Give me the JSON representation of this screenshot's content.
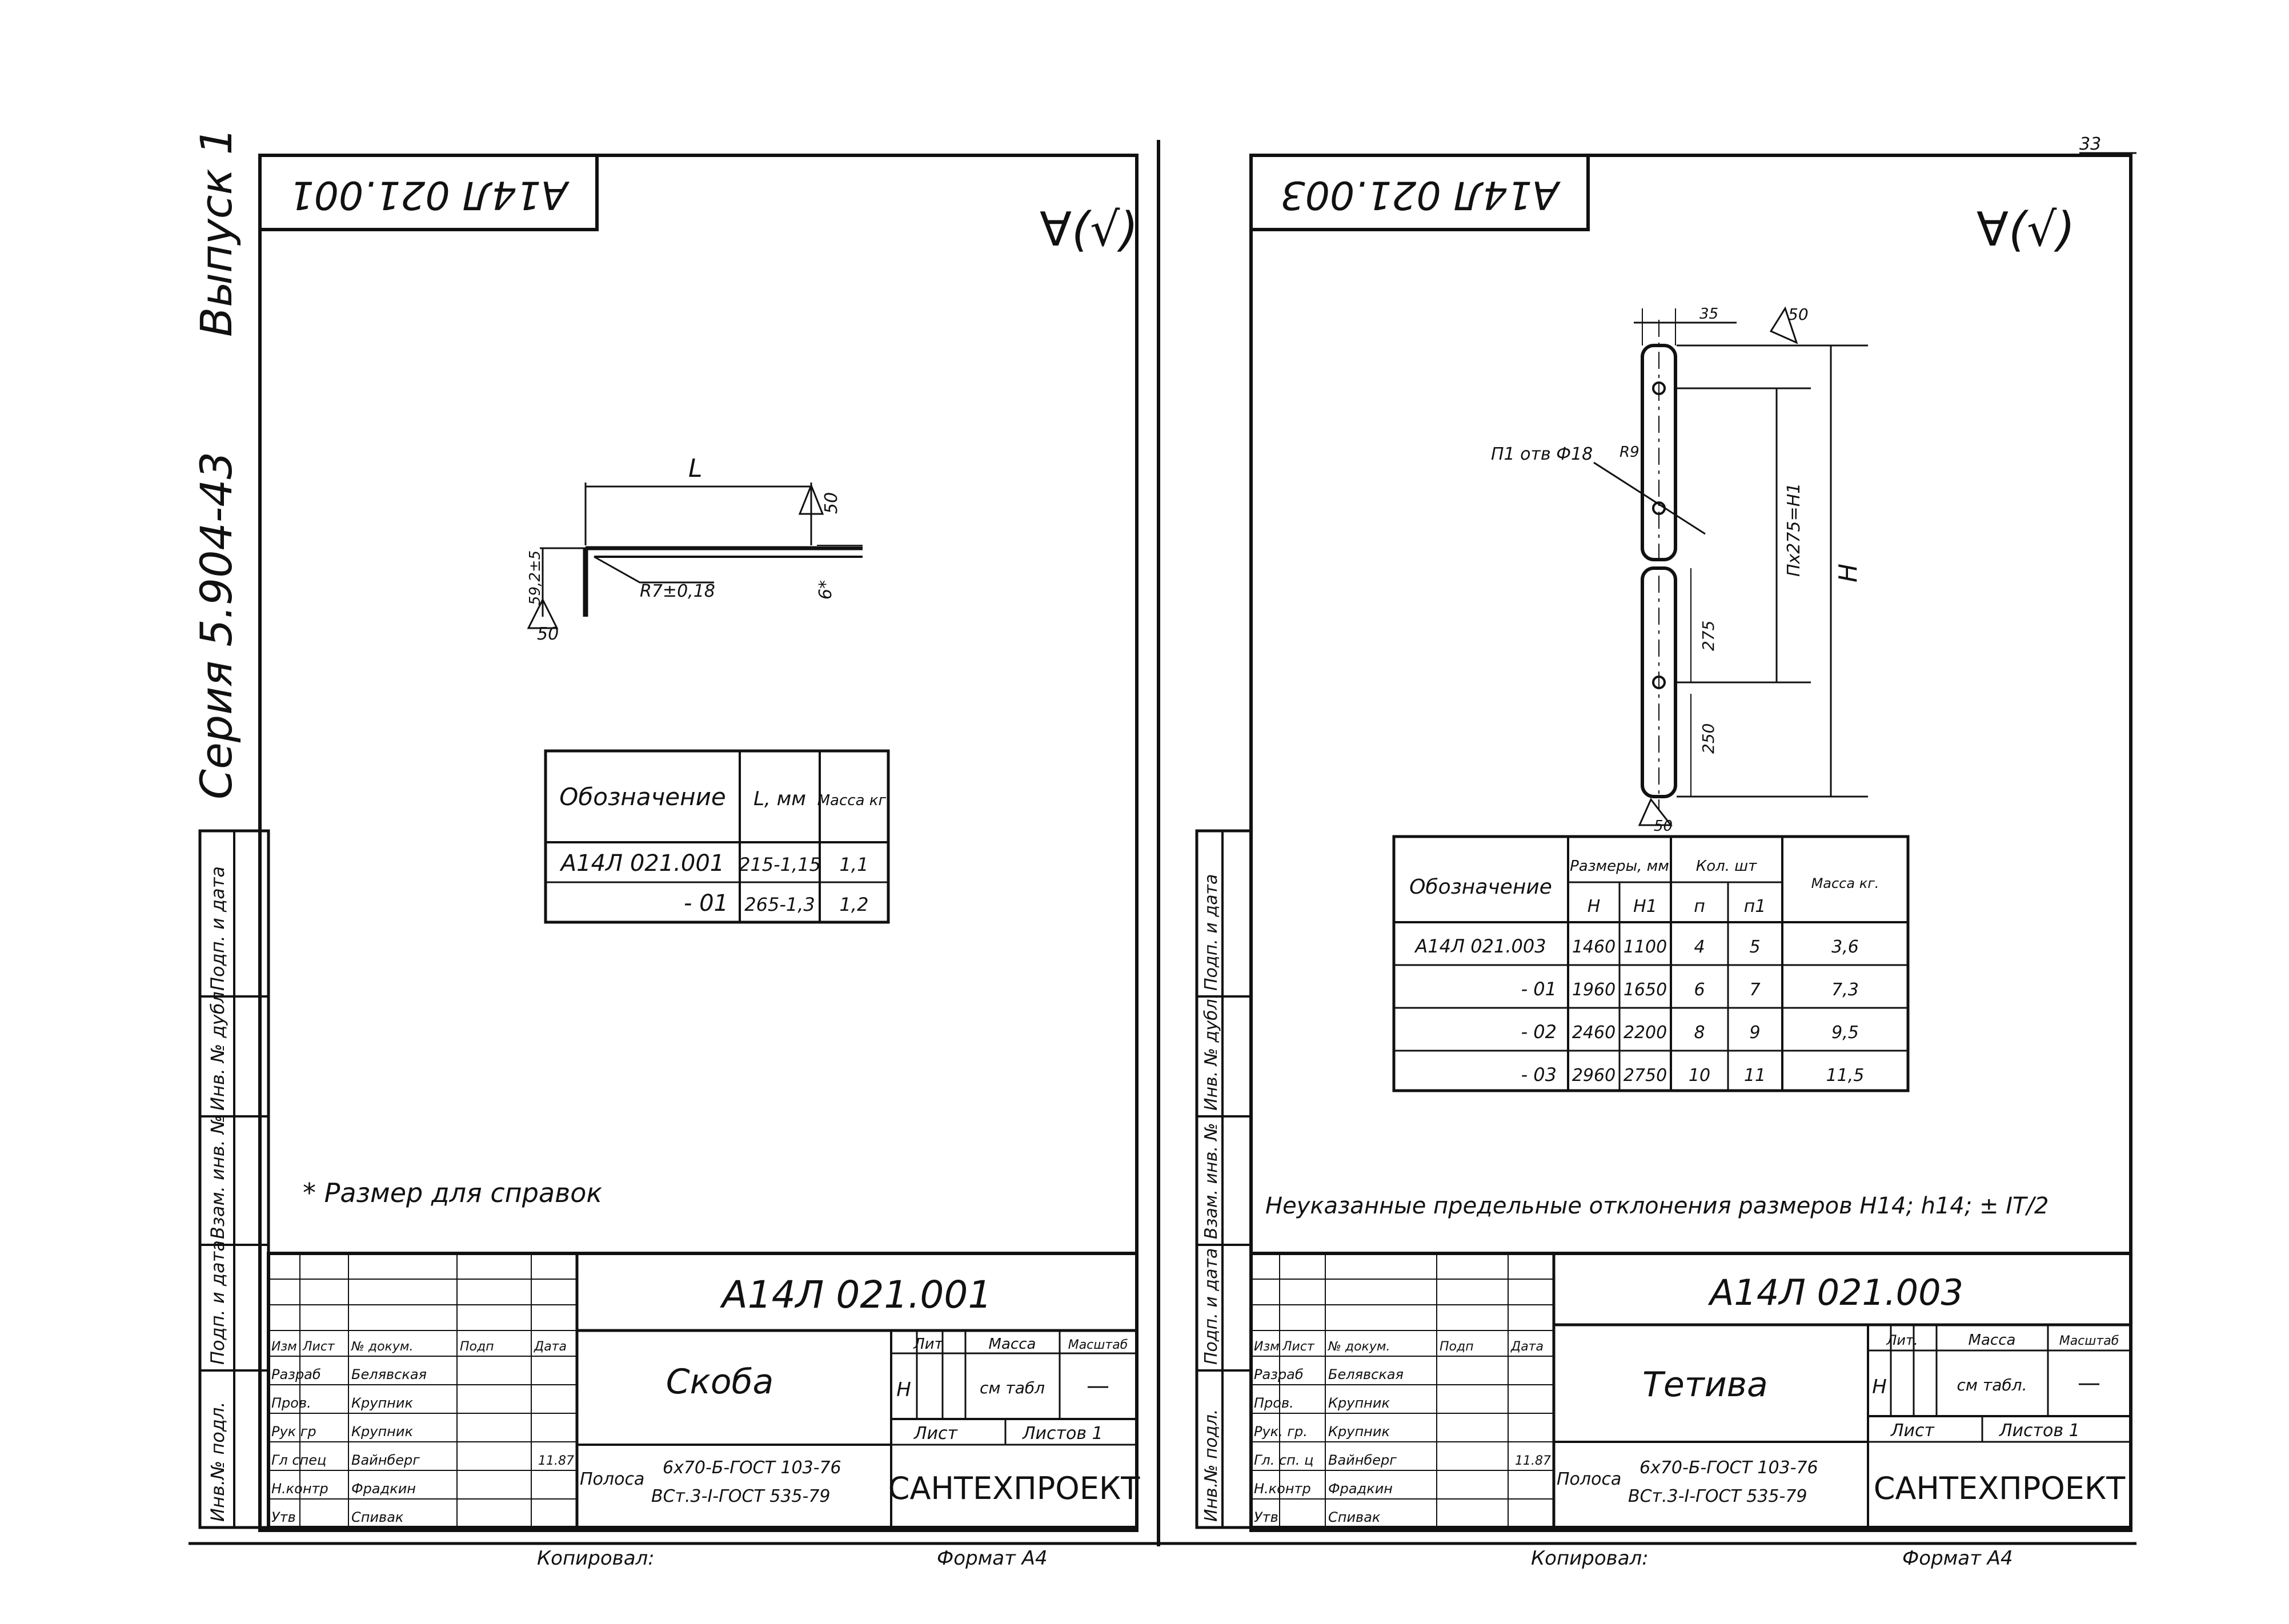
{
  "series_text": "Серия 5.904-43",
  "issue_text": "Выпуск 1",
  "page_number": "33",
  "left": {
    "stamp_code": "A14Л 021.001",
    "roughness": "∀(√)",
    "drawing": {
      "dim_L": "L",
      "dim_50a": "50",
      "dim_50b": "50",
      "dim_6": "6*",
      "dim_radius": "R7±0,18",
      "dim_side": "59,2±5"
    },
    "spec_table": {
      "headers": [
        "Обозначение",
        "L, мм",
        "Масса кг."
      ],
      "rows": [
        [
          "A14Л 021.001",
          "215-1,15",
          "1,1"
        ],
        [
          "- 01",
          "265-1,3",
          "1,2"
        ]
      ]
    },
    "note": "* Размер для справок",
    "title_block": {
      "code": "A14Л 021.001",
      "name": "Скоба",
      "material_line1": "Полоса",
      "material_line2": "6x70-Б-ГОСТ 103-76",
      "material_line3": "ВСт.3-I-ГОСТ 535-79",
      "org": "САНТЕХПРОЕКТ",
      "lit_label": "Лит",
      "mass_label": "Масса",
      "scale_label": "Масштаб",
      "lit_value": "Н",
      "mass_value": "см табл",
      "scale_value": "—",
      "sheet_label": "Лист",
      "sheets_label": "Листов 1",
      "col_headers": [
        "Изм",
        "Лист",
        "№ докум.",
        "Подп",
        "Дата"
      ],
      "roles": [
        "Разраб",
        "Пров.",
        "Рук гр",
        "Гл спец",
        "Н.контр",
        "Утв"
      ],
      "persons": [
        "Белявская",
        "Крупник",
        "Крупник",
        "Вайнберг",
        "Фрадкин",
        "Спивак"
      ],
      "date": "11.87"
    },
    "copied": "Копировал:",
    "format": "Формат А4"
  },
  "right": {
    "stamp_code": "A14Л 021.003",
    "roughness": "∀(√)",
    "drawing": {
      "dim_35": "35",
      "dim_50a": "50",
      "dim_50b": "50",
      "holes": "П1 отв Ф18",
      "hole_R": "R9",
      "dim_n": "Пх275=Н1",
      "dim_H": "Н",
      "dim_275": "275",
      "dim_250": "250"
    },
    "spec_table": {
      "group_headers": [
        "Обозначение",
        "Размеры, мм",
        "Кол. шт",
        "Масса кг."
      ],
      "sub_headers": [
        "Н",
        "Н1",
        "п",
        "п1"
      ],
      "rows": [
        [
          "A14Л 021.003",
          "1460",
          "1100",
          "4",
          "5",
          "3,6"
        ],
        [
          "- 01",
          "1960",
          "1650",
          "6",
          "7",
          "7,3"
        ],
        [
          "- 02",
          "2460",
          "2200",
          "8",
          "9",
          "9,5"
        ],
        [
          "- 03",
          "2960",
          "2750",
          "10",
          "11",
          "11,5"
        ]
      ]
    },
    "note": "Неуказанные предельные отклонения размеров Н14; h14; ± IT/2",
    "title_block": {
      "code": "A14Л 021.003",
      "name": "Тетива",
      "material_line1": "Полоса",
      "material_line2": "6x70-Б-ГОСТ 103-76",
      "material_line3": "ВСт.3-I-ГОСТ 535-79",
      "org": "САНТЕХПРОЕКТ",
      "lit_label": "Лит.",
      "mass_label": "Масса",
      "scale_label": "Масштаб",
      "lit_value": "Н",
      "mass_value": "см табл.",
      "scale_value": "—",
      "sheet_label": "Лист",
      "sheets_label": "Листов 1",
      "col_headers": [
        "Изм",
        "Лист",
        "№ докум.",
        "Подп",
        "Дата"
      ],
      "roles": [
        "Разраб",
        "Пров.",
        "Рук. гр.",
        "Гл. сп. ц",
        "Н.контр",
        "Утв"
      ],
      "persons": [
        "Белявская",
        "Крупник",
        "Крупник",
        "Вайнберг",
        "Фрадкин",
        "Спивак"
      ],
      "date": "11.87"
    },
    "copied": "Копировал:",
    "format": "Формат А4"
  },
  "side_labels": [
    "Инв.№ подл.",
    "Подп. и дата",
    "Взам. инв. №",
    "Инв. № дубл.",
    "Подп. и дата"
  ]
}
